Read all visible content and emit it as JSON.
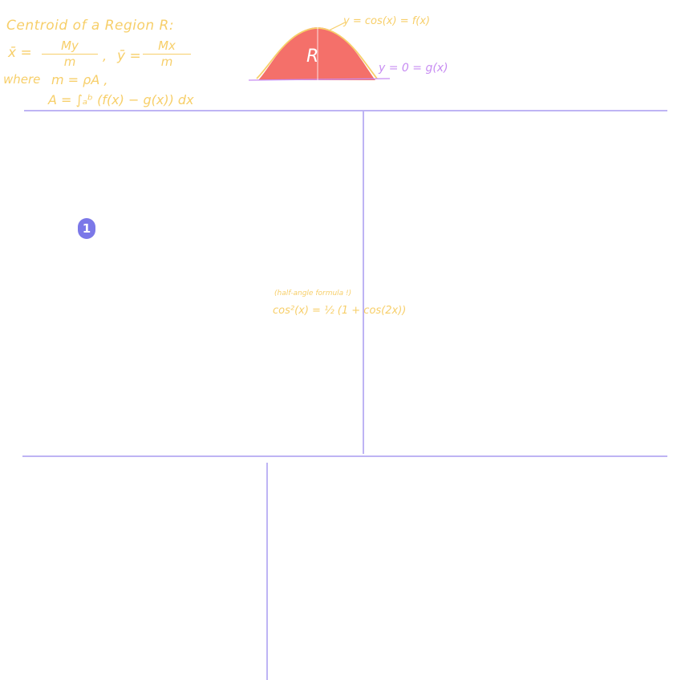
{
  "notes": {
    "title": "Centroid of a Region R:",
    "xbar_lhs": "x̄ =",
    "xbar_num": "My",
    "xbar_den": "m",
    "comma": ",",
    "ybar_lhs": "ȳ =",
    "ybar_num": "Mx",
    "ybar_den": "m",
    "where": "where",
    "mass": "m = ρA ,",
    "area": "A = ∫ₐᵇ (f(x) − g(x)) dx"
  },
  "graph": {
    "region_letter": "R",
    "top_curve_label": "y = cos(x) = f(x)",
    "bottom_curve_label": "y = 0 = g(x)",
    "fill_color": "#f4706a",
    "curve_color": "#f7cf6a",
    "axis_color": "#c78cf2"
  },
  "hint": {
    "small": "(half-angle formula !)",
    "formula": "cos²(x) = ½ (1 + cos(2x))"
  },
  "badge": {
    "label": "1"
  },
  "colors": {
    "ink_yellow": "#f7cf6a",
    "ink_purple": "#c78cf2",
    "grid_line": "#a99cf0",
    "badge": "#7b78e8"
  }
}
